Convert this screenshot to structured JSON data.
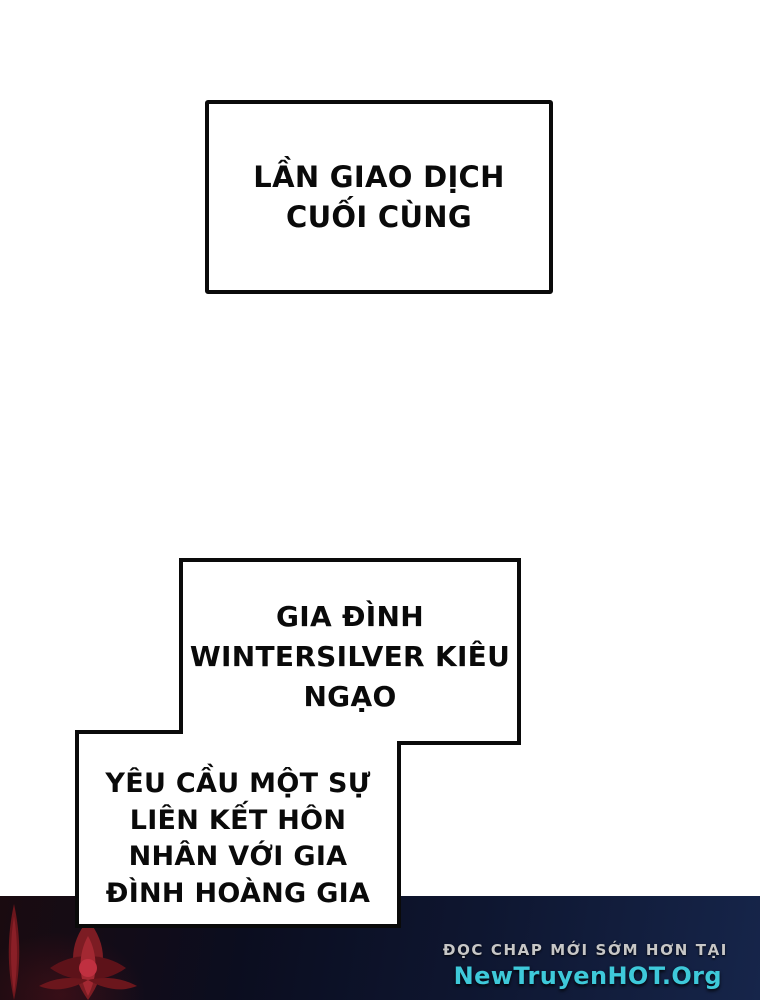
{
  "bubble1": {
    "text": "LẦN GIAO DỊCH\nCUỐI CÙNG"
  },
  "bubble2": {
    "text": "GIA ĐÌNH\nWINTERSILVER KIÊU\nNGẠO"
  },
  "bubble3": {
    "text": "YÊU CẦU MỘT SỰ\nLIÊN KẾT HÔN\nNHÂN VỚI GIA\nĐÌNH HOÀNG GIA"
  },
  "watermark": {
    "tagline": "ĐỌC CHAP MỚI SỚM HƠN TẠI",
    "site": "NewTruyenHOT.Org"
  },
  "colors": {
    "accent": "#3ec9da",
    "ink": "#0a0a0a",
    "paper": "#ffffff",
    "emblem": "#8a1f27",
    "emblem-dark": "#5d1219",
    "emblem-bright": "#c03040"
  }
}
